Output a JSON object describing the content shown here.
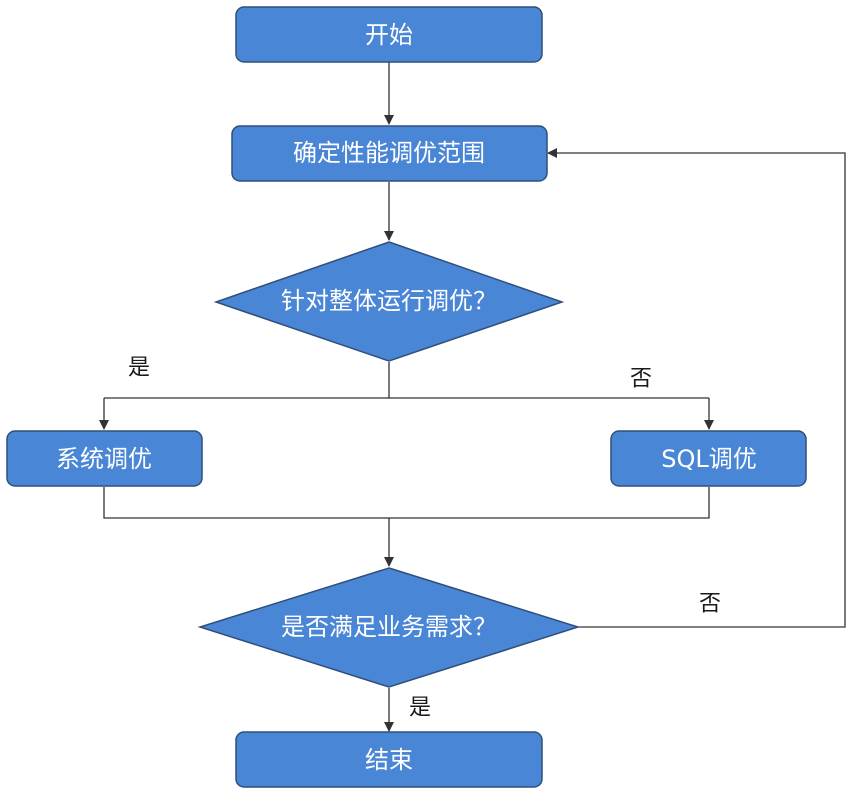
{
  "style": {
    "node_fill": "#4a86d6",
    "node_stroke": "#2f4f7a",
    "edge_color": "#333333",
    "label_color": "#1a1a1a"
  },
  "nodes": {
    "start": "开始",
    "define_scope": "确定性能调优范围",
    "decision_overall": "针对整体运行调优？",
    "system_tuning": "系统调优",
    "sql_tuning": "SQL调优",
    "decision_meets": "是否满足业务需求？",
    "end": "结束"
  },
  "edge_labels": {
    "overall_yes": "是",
    "overall_no": "否",
    "meets_no": "否",
    "meets_yes": "是"
  }
}
